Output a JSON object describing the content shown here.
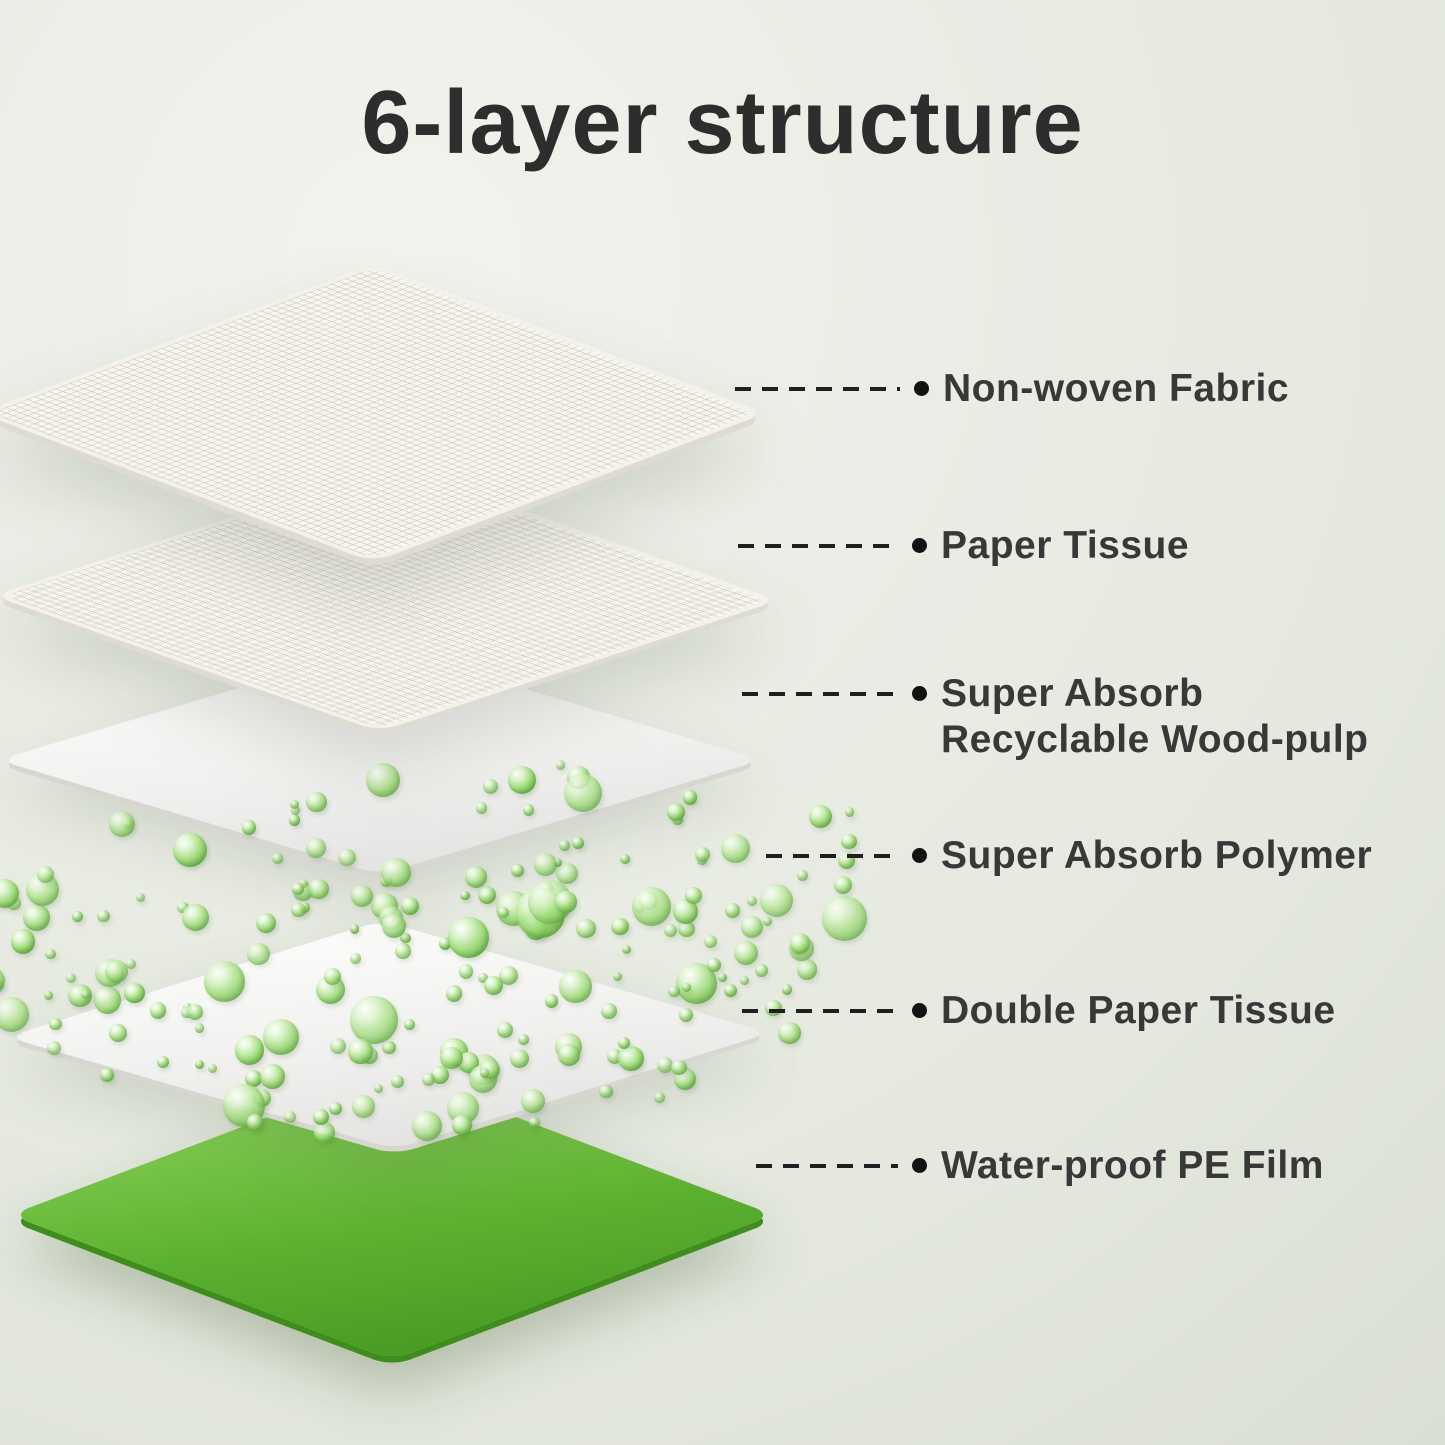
{
  "title": "6-layer structure",
  "callouts": [
    {
      "line1": "Non-woven Fabric"
    },
    {
      "line1": "Paper Tissue"
    },
    {
      "line1": "Super Absorb",
      "line2": "Recyclable Wood-pulp"
    },
    {
      "line1": "Super Absorb Polymer"
    },
    {
      "line1": "Double Paper Tissue"
    },
    {
      "line1": "Water-proof PE Film"
    }
  ],
  "layers": [
    "Non-woven Fabric",
    "Paper Tissue",
    "Super Absorb Recyclable Wood-pulp",
    "Super Absorb Polymer",
    "Double Paper Tissue",
    "Water-proof PE Film"
  ],
  "colors": {
    "background": "#e6eae0",
    "title_text": "#2d2d2d",
    "label_text": "#383838",
    "callout_line": "#1f1f1f",
    "pe_film_green": "#5db130",
    "polymer_bead_green": "#8fd468",
    "sheet_white": "#f5f4ef"
  }
}
